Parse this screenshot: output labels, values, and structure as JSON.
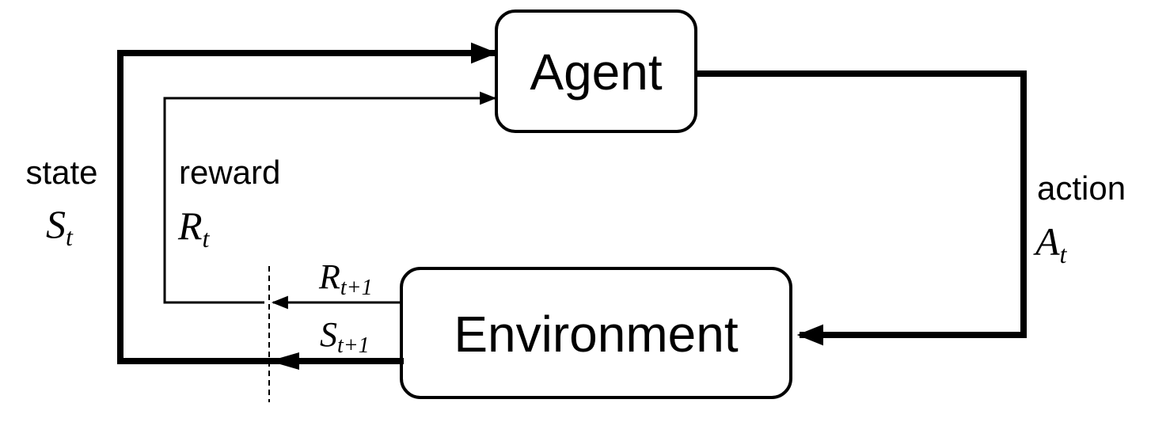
{
  "nodes": {
    "agent": {
      "label": "Agent"
    },
    "environment": {
      "label": "Environment"
    }
  },
  "labels": {
    "state": {
      "word": "state",
      "symbol": "S",
      "subscript": "t"
    },
    "reward": {
      "word": "reward",
      "symbol": "R",
      "subscript": "t"
    },
    "action": {
      "word": "action",
      "symbol": "A",
      "subscript": "t"
    },
    "next_reward": {
      "symbol": "R",
      "subscript": "t+1"
    },
    "next_state": {
      "symbol": "S",
      "subscript": "t+1"
    }
  },
  "colors": {
    "stroke": "#000000",
    "background": "#ffffff"
  }
}
